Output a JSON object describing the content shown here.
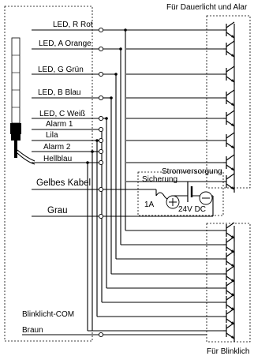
{
  "labels": {
    "top_right": "Für Dauerlicht und Alar",
    "bottom_right": "Für Blinklich",
    "power": "Stromversorgung",
    "fuse": "Sicherung",
    "fuse_rating": "1A",
    "voltage": "24V DC",
    "plus": "+",
    "minus": "−"
  },
  "wires": [
    "LED, R Rot",
    "LED, A Orange",
    "LED, G Grün",
    "LED, B Blau",
    "LED, C Weiß",
    "Alarm 1",
    "Lila",
    "Alarm 2",
    "Hellblau",
    "Gelbes Kabel",
    "Grau",
    "Blinklicht-COM",
    "Braun"
  ]
}
